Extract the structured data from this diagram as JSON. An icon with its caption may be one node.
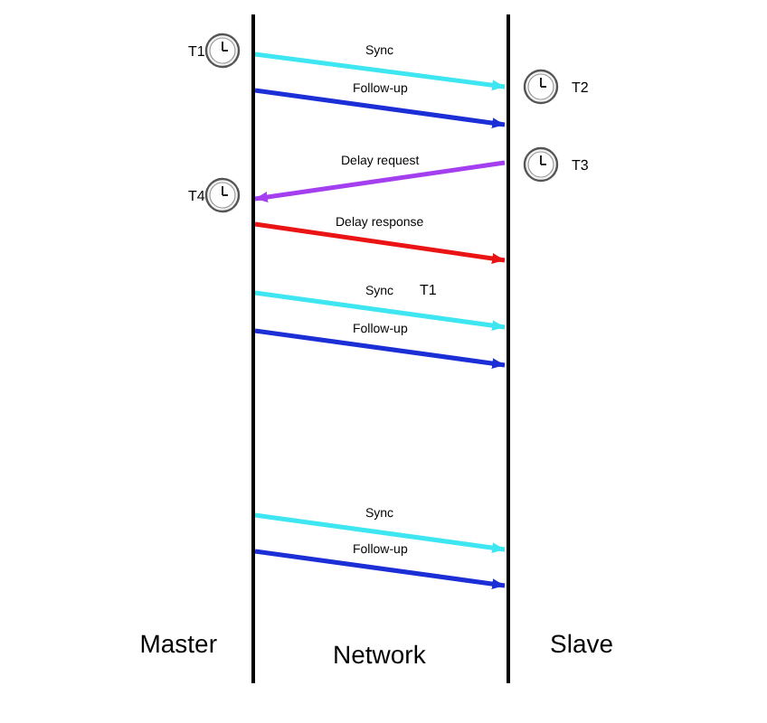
{
  "diagram": {
    "nodes": [
      {
        "text": [
          "Master"
        ]
      },
      {
        "text": [
          "Slave"
        ]
      }
    ],
    "edges": [
      {
        "from": 0,
        "to": 1,
        "arrow": "to",
        "label": "Sync",
        "color": "#3ee6f2"
      },
      {
        "from": 0,
        "to": 1,
        "arrow": "to",
        "label": "Follow-up",
        "color": "#1c2fd6"
      },
      {
        "from": 1,
        "to": 0,
        "arrow": "to",
        "label": "Delay request",
        "color": "#a43ff0"
      },
      {
        "from": 0,
        "to": 1,
        "arrow": "to",
        "label": "Delay response",
        "color": "#ea1414"
      },
      {
        "from": 0,
        "to": 1,
        "arrow": "to",
        "label": "Sync",
        "color": "#3ee6f2"
      },
      {
        "from": 0,
        "to": 1,
        "arrow": "to",
        "label": "Follow-up",
        "color": "#1c2fd6"
      },
      {
        "from": 0,
        "to": 1,
        "arrow": "to",
        "label": "Sync",
        "color": "#3ee6f2"
      },
      {
        "from": 0,
        "to": 1,
        "arrow": "to",
        "label": "Follow-up",
        "color": "#1c2fd6"
      }
    ],
    "labels": [
      "T1",
      "T2",
      "T3",
      "T4",
      "T1",
      "Network"
    ]
  }
}
